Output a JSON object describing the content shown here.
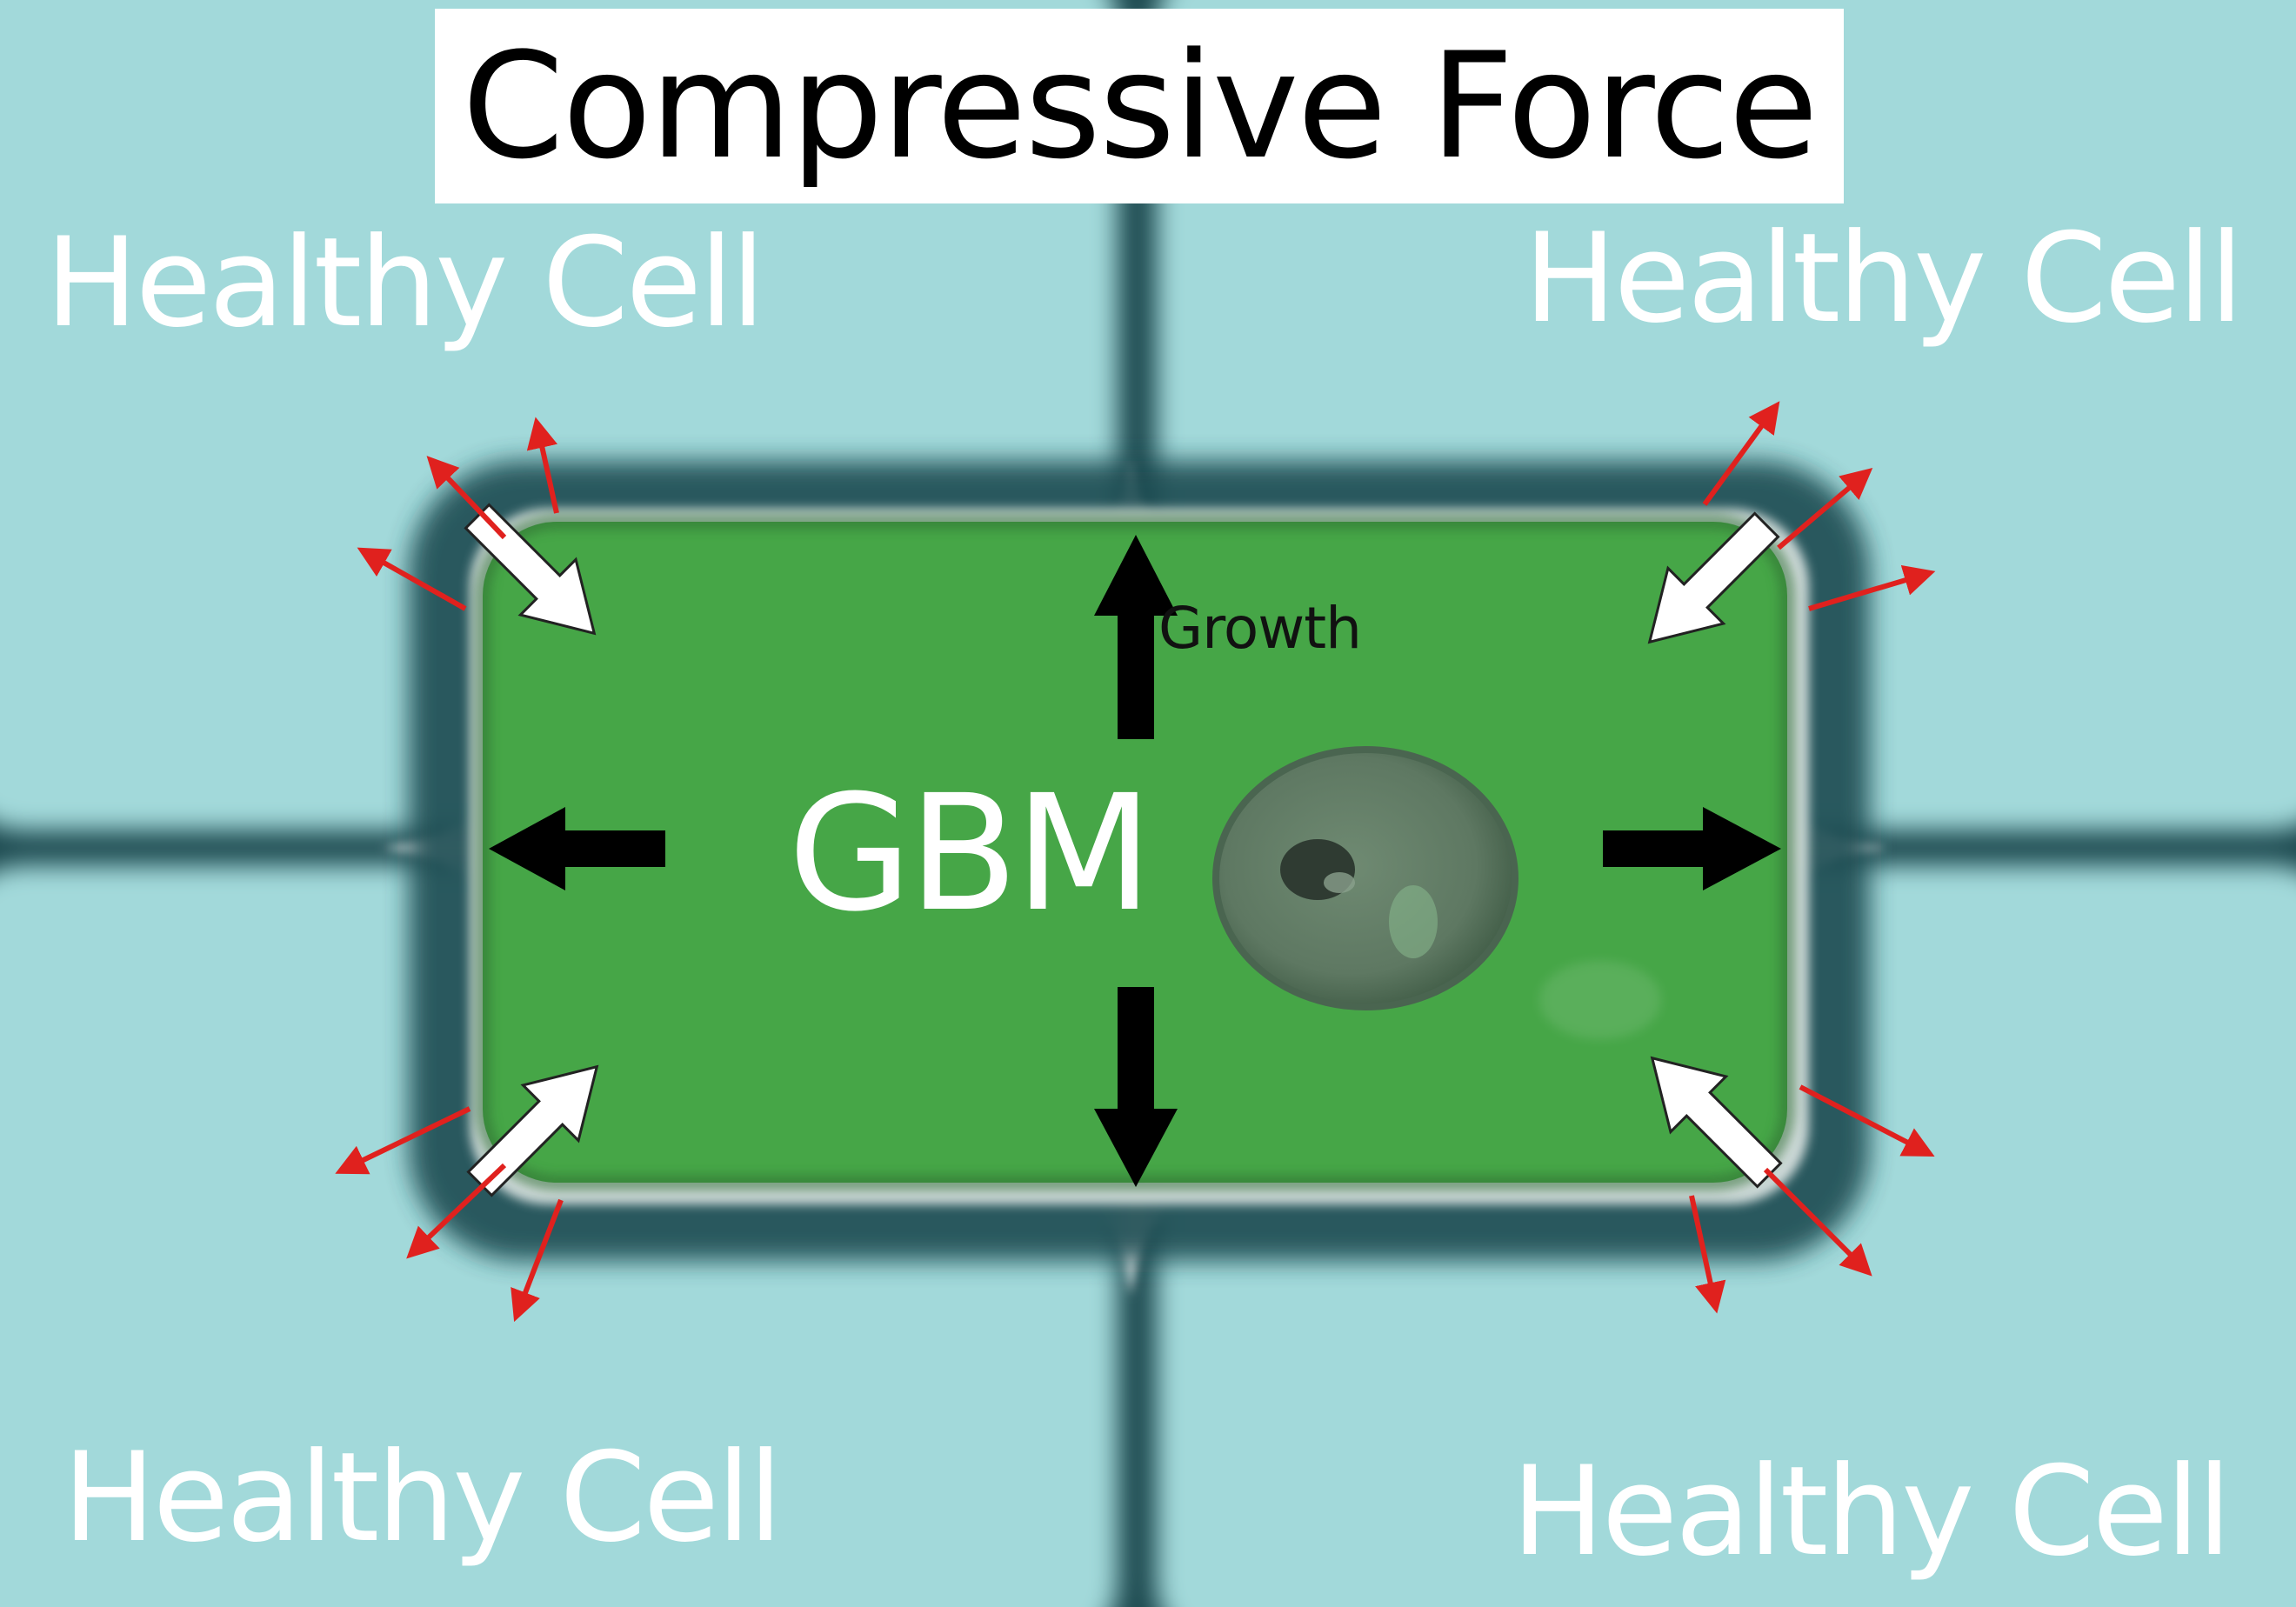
{
  "title": "Compressive Force",
  "healthy_cells": [
    {
      "position": "top-left",
      "label": "Healthy Cell"
    },
    {
      "position": "top-right",
      "label": "Healthy Cell"
    },
    {
      "position": "bottom-left",
      "label": "Healthy Cell"
    },
    {
      "position": "bottom-right",
      "label": "Healthy Cell"
    }
  ],
  "tumor": {
    "label": "GBM",
    "growth_label": "Growth"
  },
  "colors": {
    "healthy_cell": "#a2d9da",
    "cell_border": "#1e4b51",
    "tumor_fill": "#46a647",
    "nucleus": "#627c66",
    "growth_arrow": "#000000",
    "compression_arrow": "#ffffff",
    "force_arrow": "#e0211e"
  }
}
